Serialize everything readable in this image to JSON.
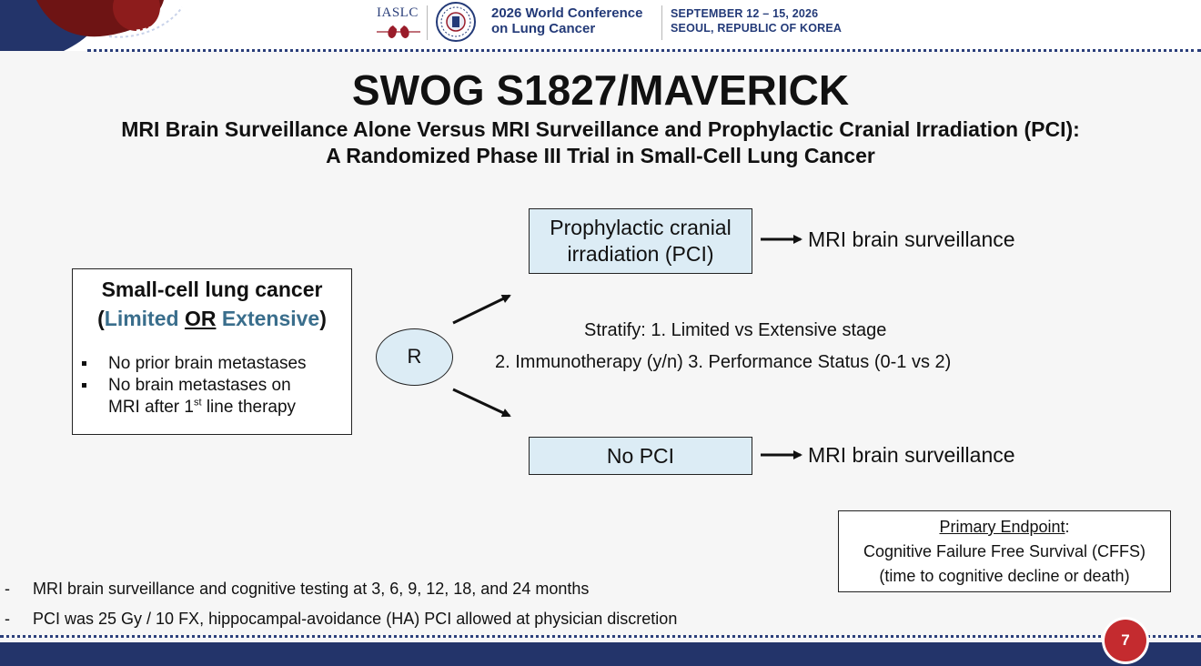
{
  "header": {
    "org_logo_text": "IASLC",
    "conference_line1": "2026 World Conference",
    "conference_line2": "on Lung Cancer",
    "date_line1": "SEPTEMBER 12 – 15, 2026",
    "date_line2": "SEOUL, REPUBLIC OF KOREA"
  },
  "slide": {
    "title": "SWOG S1827/MAVERICK",
    "subtitle_line1": "MRI Brain Surveillance Alone Versus MRI Surveillance and Prophylactic Cranial Irradiation (PCI):",
    "subtitle_line2": "A Randomized Phase III Trial in Small-Cell Lung Cancer"
  },
  "population": {
    "title": "Small-cell lung cancer",
    "open_paren": "(",
    "limited": "Limited",
    "or": "OR",
    "extensive": "Extensive",
    "close_paren": ")",
    "bullet1": "No prior brain metastases",
    "bullet2_line1": "No brain metastases on",
    "bullet2_line2_pre": "MRI after 1",
    "bullet2_sup": "st",
    "bullet2_line2_post": " line therapy"
  },
  "randomization": {
    "label": "R"
  },
  "arms": {
    "pci_line1": "Prophylactic cranial",
    "pci_line2": "irradiation (PCI)",
    "nopci": "No PCI",
    "outcome1": "MRI brain surveillance",
    "outcome2": "MRI brain surveillance"
  },
  "stratify": {
    "line1": "Stratify: 1. Limited vs Extensive stage",
    "line2": "2. Immunotherapy (y/n)  3. Performance Status (0-1 vs 2)"
  },
  "endpoint": {
    "heading": "Primary Endpoint",
    "colon": ":",
    "line1": "Cognitive Failure Free Survival (CFFS)",
    "line2": "(time to cognitive decline or death)"
  },
  "notes": {
    "dash": "-",
    "note1": "MRI brain surveillance and cognitive testing at 3, 6, 9, 12, 18, and 24 months",
    "note2": "PCI was 25 Gy / 10 FX, hippocampal-avoidance (HA) PCI allowed at physician discretion"
  },
  "footer": {
    "page_number": "7"
  },
  "colors": {
    "navy": "#23346a",
    "stage_teal": "#3a6e8c",
    "box_fill": "#dcecf5",
    "page_badge": "#c42b2f"
  }
}
